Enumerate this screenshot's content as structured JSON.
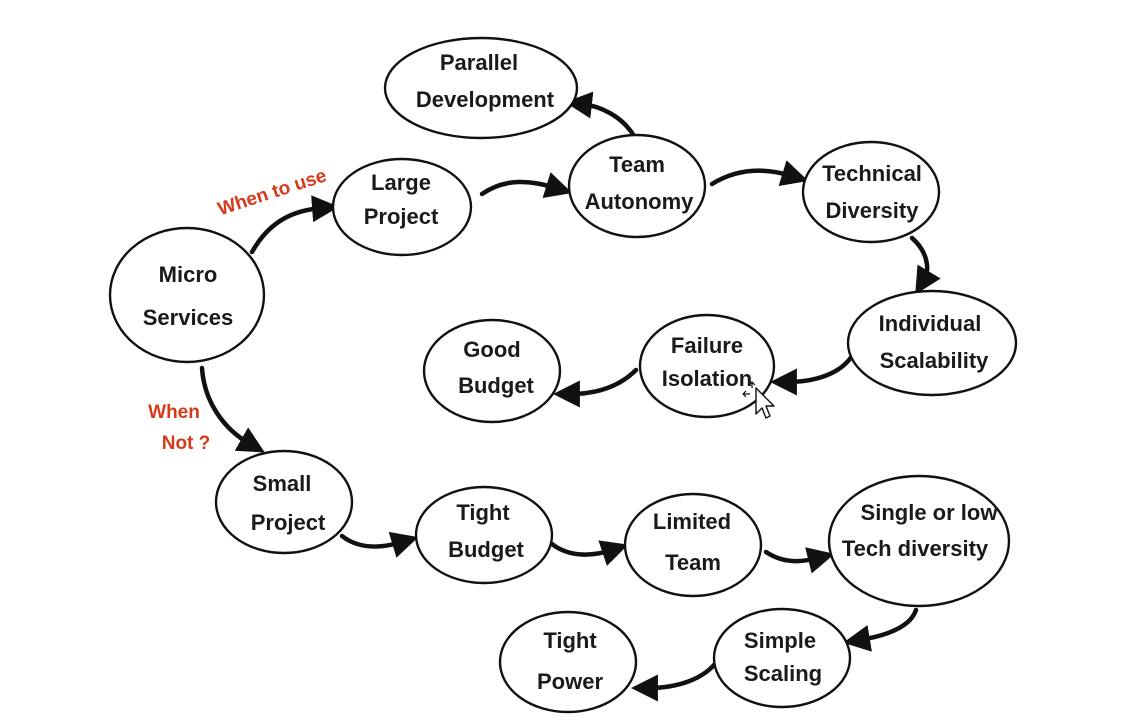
{
  "diagram": {
    "condition_color": "#d9391b",
    "conditions": {
      "when_to_use": "When to use",
      "when_not_line1": "When",
      "when_not_line2": "Not ?"
    },
    "nodes": {
      "micro_services": {
        "line1": "Micro",
        "line2": "Services"
      },
      "large_project": {
        "line1": "Large",
        "line2": "Project"
      },
      "team_autonomy": {
        "line1": "Team",
        "line2": "Autonomy"
      },
      "parallel_development": {
        "line1": "Parallel",
        "line2": "Development"
      },
      "technical_diversity": {
        "line1": "Technical",
        "line2": "Diversity"
      },
      "individual_scalability": {
        "line1": "Individual",
        "line2": "Scalability"
      },
      "failure_isolation": {
        "line1": "Failure",
        "line2": "Isolation"
      },
      "good_budget": {
        "line1": "Good",
        "line2": "Budget"
      },
      "small_project": {
        "line1": "Small",
        "line2": "Project"
      },
      "tight_budget": {
        "line1": "Tight",
        "line2": "Budget"
      },
      "limited_team": {
        "line1": "Limited",
        "line2": "Team"
      },
      "single_low_tech": {
        "line1": "Single or low",
        "line2": "Tech diversity"
      },
      "simple_scaling": {
        "line1": "Simple",
        "line2": "Scaling"
      },
      "tight_power": {
        "line1": "Tight",
        "line2": "Power"
      }
    },
    "cursor_icon": "arrow-cursor-with-move-icon"
  }
}
